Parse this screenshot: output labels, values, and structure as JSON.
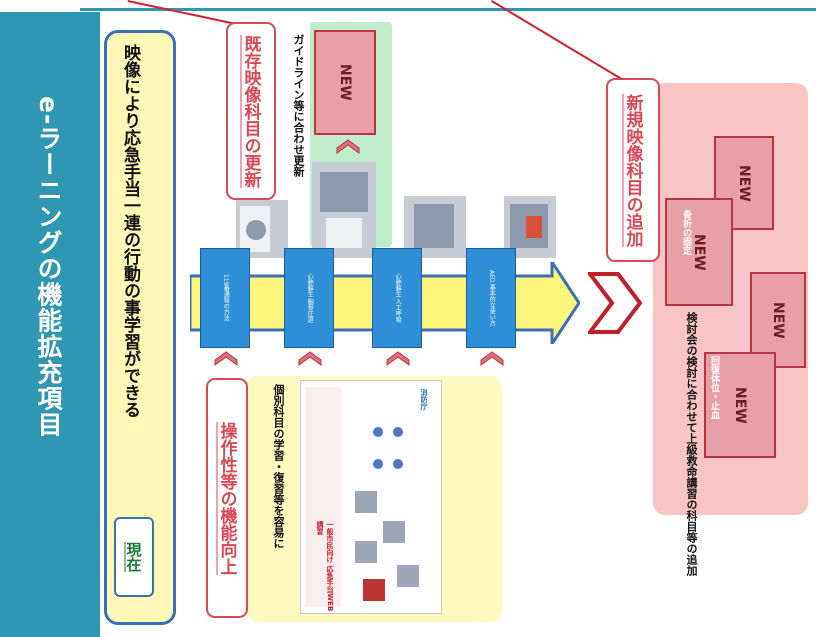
{
  "title": "e-ラーニングの機能拡充項目",
  "current": {
    "badge": "現在",
    "main_text": "映像により応急手当一連の行動の事学習ができる"
  },
  "flow_steps": [
    "119番通報の方法",
    "心肺蘇生 胸骨圧迫",
    "心肺蘇生 人工呼吸",
    "AED 基本的な使い方"
  ],
  "existing_update": {
    "heading": "既存映像科目の更新",
    "note": "ガイドライン等に合わせ更新",
    "new_label": "NEW"
  },
  "new_subjects": {
    "heading": "新規映像科目の追加",
    "new_label": "NEW",
    "items": [
      "骨折の固定",
      "回復体位・止血"
    ],
    "note": "検討会の検討に合わせて上級救命講習の科目等の追加"
  },
  "operability": {
    "heading": "操作性等の機能向上",
    "note": "個別科目の学習・復習等を容易に",
    "screen": {
      "logo_text": "一般市民向け 応急手当WEB講習",
      "brand": "消防庁"
    }
  },
  "colors": {
    "title_band": "#2f97b1",
    "accent_red": "#d94955",
    "step_blue": "#2e8fd6"
  }
}
